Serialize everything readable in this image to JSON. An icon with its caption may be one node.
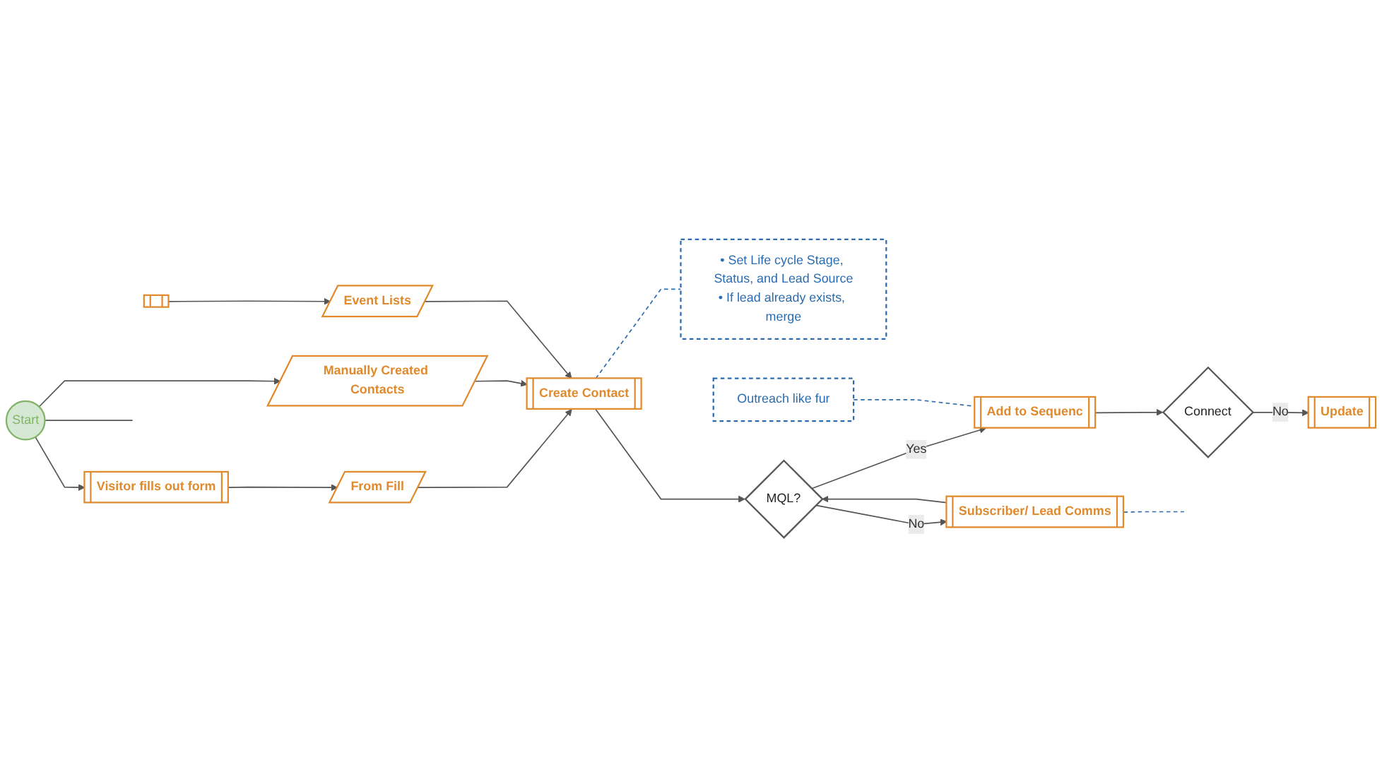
{
  "diagram": {
    "nodes": [
      {
        "text": [
          "Visitor fills out form"
        ]
      },
      {
        "text": [
          "From Fill"
        ]
      },
      {
        "text": [
          "Start"
        ]
      },
      {
        "text": [
          "Manually Created Contacts"
        ]
      },
      {
        "text": [
          "Event Lists"
        ]
      },
      {
        "text": [],
        "shape": "box"
      },
      {
        "text": [
          "Create Contact"
        ]
      },
      {
        "text": [
          "• Set Life cycle Stage, Status, and Lead Source",
          "• If lead already exists, merge"
        ]
      },
      {
        "text": [
          "MQL?"
        ]
      },
      {
        "text": [
          "Subscriber/ Lead Comms"
        ]
      },
      {
        "text": [
          "Outreach like fur"
        ]
      },
      {
        "text": [
          "Add to Sequenc"
        ]
      },
      {
        "text": [
          "Connect"
        ]
      },
      {
        "text": [
          "Update"
        ]
      }
    ],
    "edges": [
      {
        "from": 2,
        "to": 0,
        "arrow": "to"
      },
      {
        "from": 0,
        "to": 1,
        "arrow": "to"
      },
      {
        "from": 2,
        "to": 3,
        "arrow": "to"
      },
      {
        "from": 2,
        "to": null,
        "arrow": "none"
      },
      {
        "from": 5,
        "to": 4,
        "arrow": "to"
      },
      {
        "from": 1,
        "to": 6,
        "arrow": "to"
      },
      {
        "from": 3,
        "to": 6,
        "arrow": "to"
      },
      {
        "from": 4,
        "to": 6,
        "arrow": "to"
      },
      {
        "from": 6,
        "to": 7,
        "arrow": "none",
        "style": "dashed",
        "color": "#2b6cb0"
      },
      {
        "from": 6,
        "to": 8,
        "arrow": "to"
      },
      {
        "from": 8,
        "to": 11,
        "arrow": "to",
        "label": "Yes"
      },
      {
        "from": 8,
        "to": 9,
        "arrow": "to",
        "label": "No"
      },
      {
        "from": 9,
        "to": 8,
        "arrow": "to"
      },
      {
        "from": 9,
        "to": null,
        "arrow": "none",
        "style": "dashed",
        "color": "#2b6cb0"
      },
      {
        "from": 10,
        "to": 11,
        "arrow": "none",
        "style": "dashed",
        "color": "#2b6cb0"
      },
      {
        "from": 11,
        "to": 12,
        "arrow": "to"
      },
      {
        "from": 12,
        "to": 13,
        "arrow": "to",
        "label": "No"
      }
    ]
  }
}
